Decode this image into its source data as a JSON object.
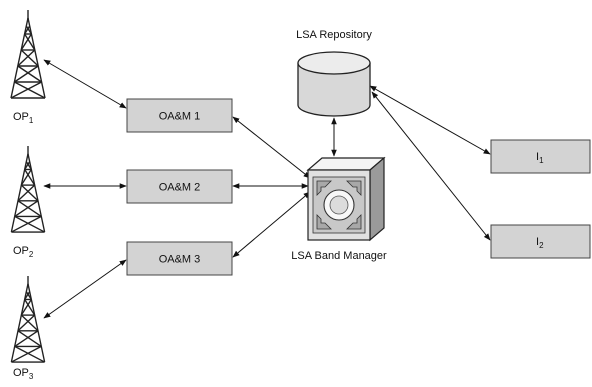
{
  "diagram": {
    "towers": [
      {
        "id": "op1",
        "label": "OP",
        "sub": "1"
      },
      {
        "id": "op2",
        "label": "OP",
        "sub": "2"
      },
      {
        "id": "op3",
        "label": "OP",
        "sub": "3"
      }
    ],
    "oam_boxes": [
      {
        "id": "oam1",
        "label": "OA&M 1"
      },
      {
        "id": "oam2",
        "label": "OA&M 2"
      },
      {
        "id": "oam3",
        "label": "OA&M 3"
      }
    ],
    "repository": {
      "label": "LSA Repository"
    },
    "band_manager": {
      "label": "LSA Band Manager"
    },
    "incumbents": [
      {
        "id": "i1",
        "label": "I",
        "sub": "1"
      },
      {
        "id": "i2",
        "label": "I",
        "sub": "2"
      }
    ],
    "connections": [
      {
        "from": "op1",
        "to": "oam1",
        "type": "bidirectional"
      },
      {
        "from": "op2",
        "to": "oam2",
        "type": "bidirectional"
      },
      {
        "from": "op3",
        "to": "oam3",
        "type": "bidirectional"
      },
      {
        "from": "oam1",
        "to": "band_manager",
        "type": "bidirectional"
      },
      {
        "from": "oam2",
        "to": "band_manager",
        "type": "bidirectional"
      },
      {
        "from": "oam3",
        "to": "band_manager",
        "type": "bidirectional"
      },
      {
        "from": "repository",
        "to": "band_manager",
        "type": "bidirectional"
      },
      {
        "from": "repository",
        "to": "i1",
        "type": "bidirectional"
      },
      {
        "from": "repository",
        "to": "i2",
        "type": "bidirectional"
      }
    ]
  }
}
